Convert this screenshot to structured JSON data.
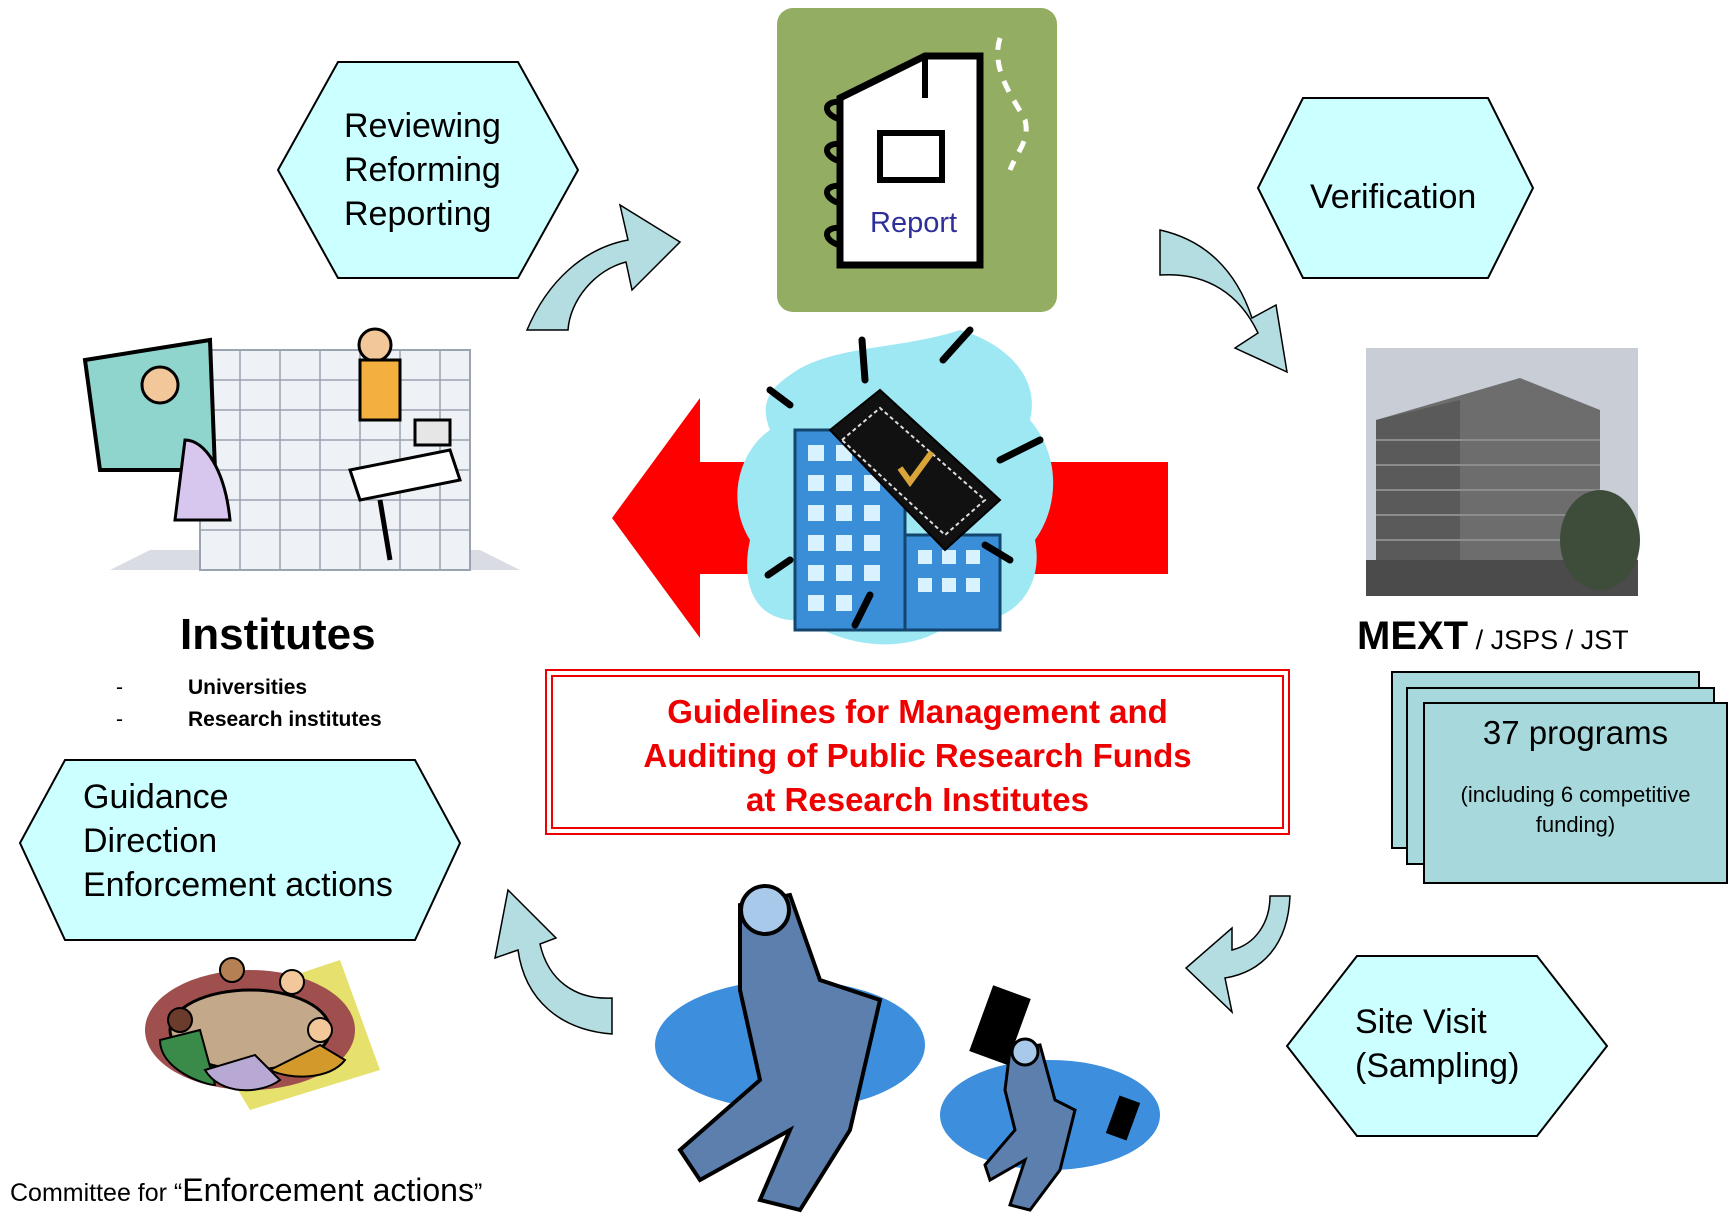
{
  "process_boxes": {
    "reviewing": [
      "Reviewing",
      "Reforming",
      "Reporting"
    ],
    "verification": "Verification",
    "guidance": [
      "Guidance",
      "Direction",
      "Enforcement actions"
    ],
    "site_visit": [
      "Site Visit",
      "(Sampling)"
    ]
  },
  "report": {
    "label": "Report"
  },
  "institutes": {
    "title": "Institutes",
    "items": [
      "Universities",
      "Research institutes"
    ],
    "bullet": "-"
  },
  "mext": {
    "title": "MEXT",
    "rest": " / JSPS /  JST"
  },
  "programs": {
    "count_label": "37 programs",
    "detail_line1": "(including 6 competitive",
    "detail_line2": "funding)"
  },
  "guidelines": {
    "lines": [
      "Guidelines  for Management and",
      "Auditing of Public Research Funds",
      "at Research Institutes"
    ]
  },
  "committee": {
    "prefix": "Committee for “",
    "emphasis": "Enforcement actions",
    "suffix": "”"
  },
  "colors": {
    "hexagon_fill": "#ccffff",
    "arrow_fill": "#b3dde0",
    "report_bg": "#93ae62",
    "guideline_red": "#ee0000",
    "big_arrow_red": "#ff0000",
    "program_card_fill": "#a7d9dc"
  }
}
